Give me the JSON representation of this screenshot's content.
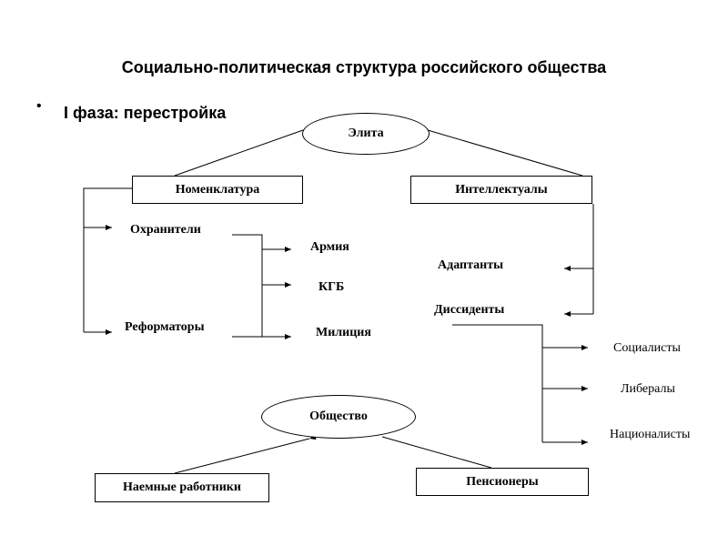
{
  "title": "Социально-политическая структура российского общества",
  "bullet": "•",
  "subtitle": "I фаза: перестройка",
  "nodes": {
    "elite": "Элита",
    "nomenclature": "Номенклатура",
    "intellectuals": "Интеллектуалы",
    "guardians": "Охранители",
    "reformers": "Реформаторы",
    "army": "Армия",
    "kgb": "КГБ",
    "militia": "Милиция",
    "adaptants": "Адаптанты",
    "dissidents": "Диссиденты",
    "socialists": "Социалисты",
    "liberals": "Либералы",
    "nationalists": "Националисты",
    "society": "Общество",
    "employees": "Наемные работники",
    "pensioners": "Пенсионеры"
  }
}
